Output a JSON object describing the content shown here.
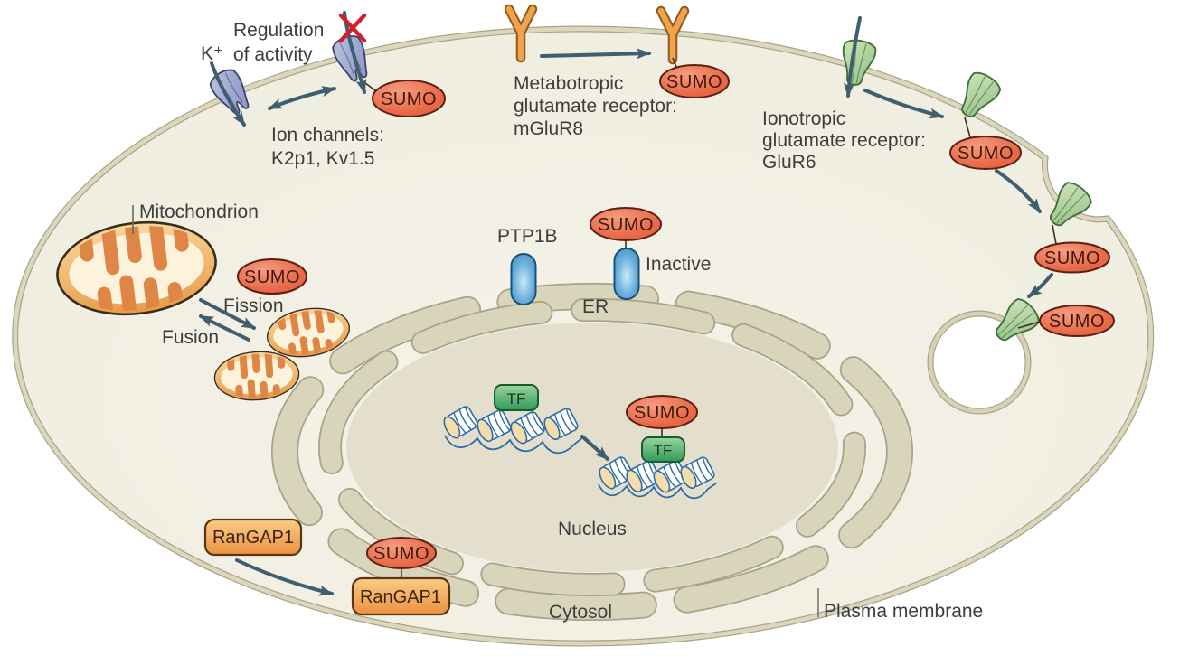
{
  "figure": {
    "type": "cell-biology-diagram",
    "subject": "SUMO modification of cellular substrates in a cell"
  },
  "colors": {
    "cytosol_fill": "#f2f0e5",
    "membrane_band": "#dbd7bd",
    "membrane_outline": "#a8a388",
    "nucleus_fill": "#e3dfcc",
    "envelope_fill": "#d9d5bb",
    "sumo_fill": "#e86c4a",
    "sumo_outline": "#5e1f10",
    "arrow": "#3f5e70",
    "red_x": "#d0212a",
    "ion_channel": "#959ec9",
    "glutamate_receptor_green": "#a9cf99",
    "glutamate_receptor_orange": "#f2a24b",
    "er_protein_blue": "#2e86bd",
    "tf_green": "#2f9a58",
    "rangap_orange": "#ee9c4a",
    "mitochondrion_orange": "#eda152",
    "mitochondrion_matrix": "#fdf3dc",
    "dna_blue": "#2e6ca6"
  },
  "labels": {
    "sumo": "SUMO",
    "k_ion": "K⁺",
    "regulation": [
      "Regulation",
      "of activity"
    ],
    "ion_channels": [
      "Ion channels:",
      "K2p1, Kv1.5"
    ],
    "mglur": [
      "Metabotropic",
      "glutamate receptor:",
      "mGluR8"
    ],
    "iglur": [
      "Ionotropic",
      "glutamate receptor:",
      "GluR6"
    ],
    "mitochondrion": "Mitochondrion",
    "fission": "Fission",
    "fusion": "Fusion",
    "ptp1b": "PTP1B",
    "inactive": "Inactive",
    "er": "ER",
    "tf": "TF",
    "nucleus": "Nucleus",
    "rangap1": "RanGAP1",
    "cytosol": "Cytosol",
    "plasma_membrane": "Plasma membrane"
  }
}
